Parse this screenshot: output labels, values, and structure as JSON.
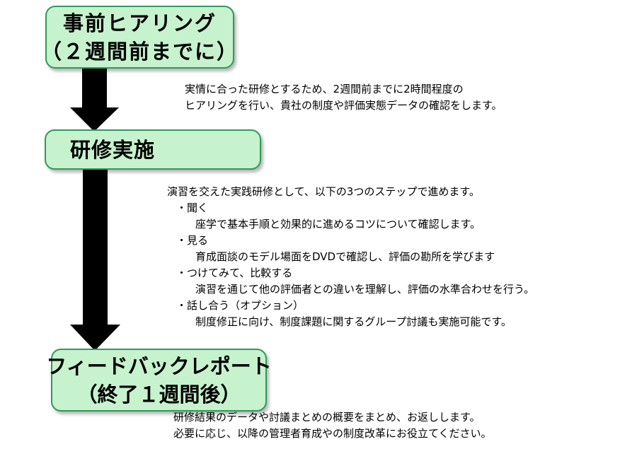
{
  "colors": {
    "box_fill": "#c6f2cd",
    "box_border": "#2e9a5c",
    "arrow": "#000000",
    "text": "#000000"
  },
  "flow": [
    {
      "title_lines": [
        "事前ヒアリング",
        "（２週間前までに）"
      ],
      "description_lines": [
        "実情に合った研修とするため、2週間前までに2時間程度の",
        "ヒアリングを行い、貴社の制度や評価実態データの確認をします。"
      ]
    },
    {
      "title_lines": [
        "研修実施"
      ],
      "description_intro": "演習を交えた実践研修として、以下の3つのステップで進めます。",
      "steps": [
        {
          "title": "・聞く",
          "body": "座学で基本手順と効果的に進めるコツについて確認します。"
        },
        {
          "title": "・見る",
          "body": "育成面談のモデル場面をDVDで確認し、評価の勘所を学びます"
        },
        {
          "title": "・つけてみて、比較する",
          "body": "演習を通じて他の評価者との違いを理解し、評価の水準合わせを行う。"
        },
        {
          "title": "・話し合う（オプション）",
          "body": "制度修正に向け、制度課題に関するグループ討議も実施可能です。"
        }
      ]
    },
    {
      "title_lines": [
        "フィードバックレポート",
        "（終了１週間後）"
      ],
      "description_lines": [
        "研修結果のデータや討議まとめの概要をまとめ、お返しします。",
        "必要に応じ、以降の管理者育成やの制度改革にお役立てください。"
      ]
    }
  ]
}
